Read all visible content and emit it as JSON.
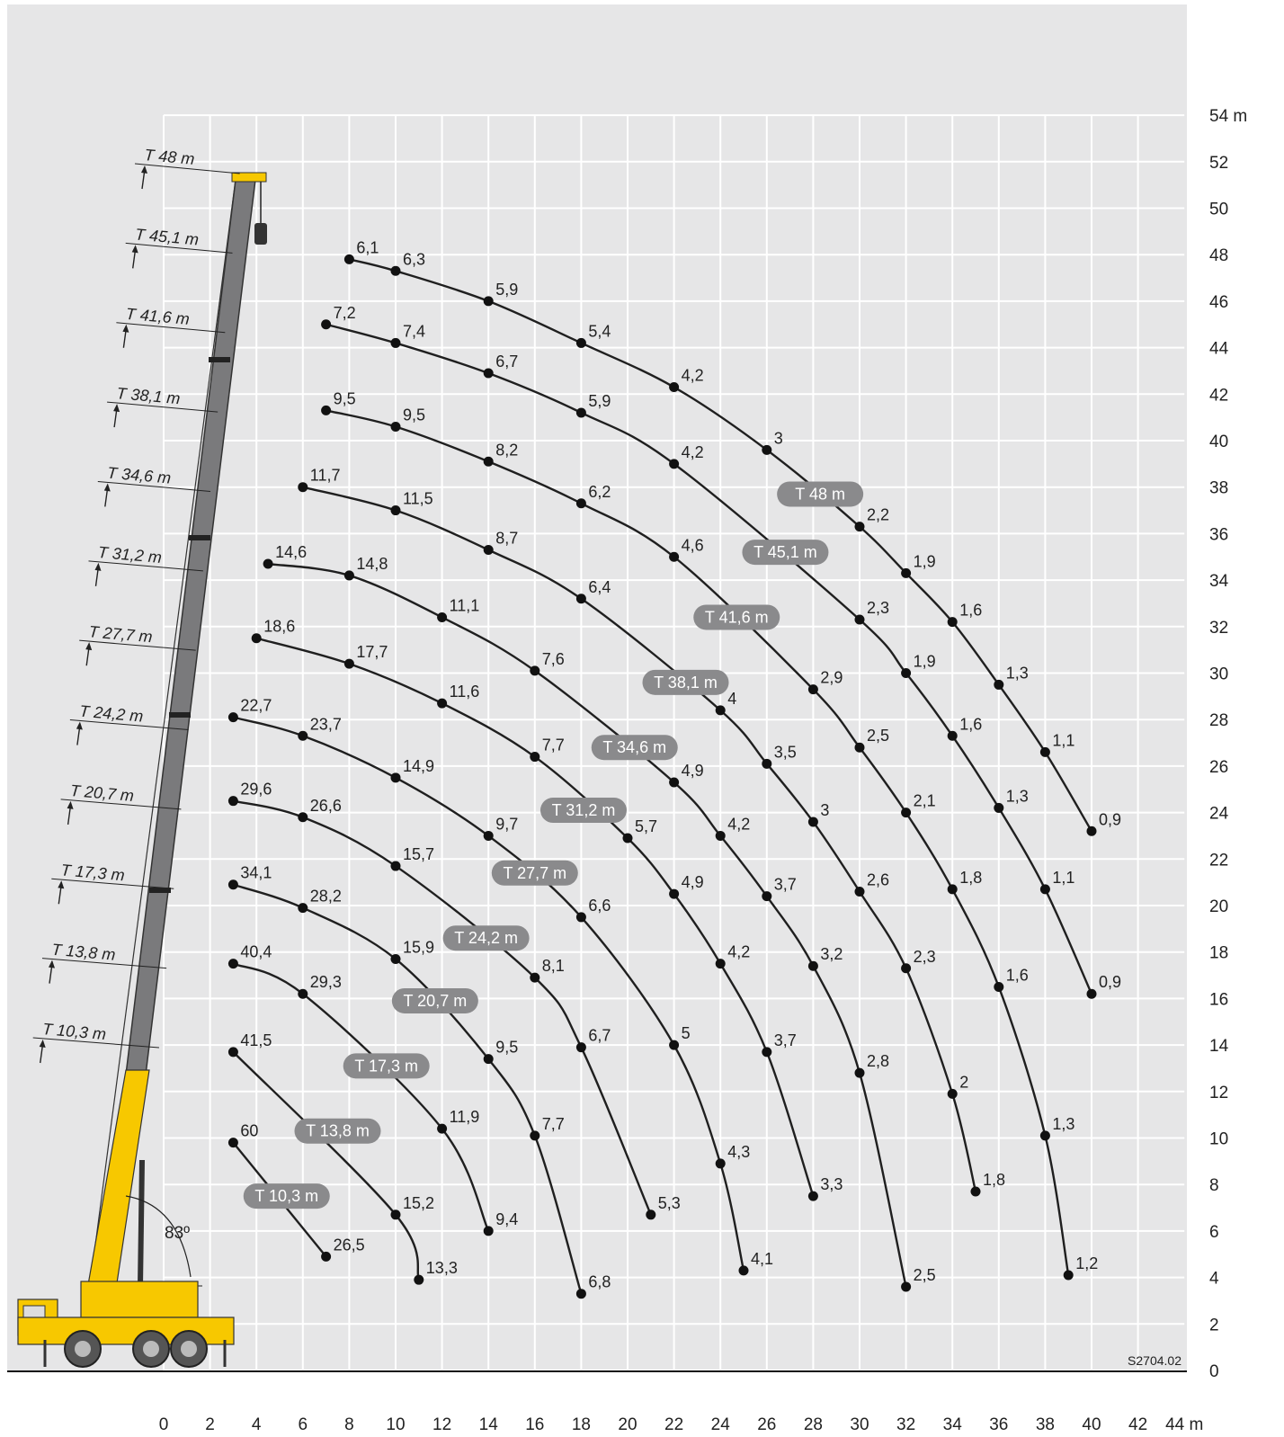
{
  "chart_data": {
    "type": "line",
    "x_unit": "m",
    "y_unit": "m",
    "x_ticks": [
      "0",
      "2",
      "4",
      "6",
      "8",
      "10",
      "12",
      "14",
      "16",
      "18",
      "20",
      "22",
      "24",
      "26",
      "28",
      "30",
      "32",
      "34",
      "36",
      "38",
      "40",
      "42",
      "44 m"
    ],
    "y_ticks": [
      "0",
      "2",
      "4",
      "6",
      "8",
      "10",
      "12",
      "14",
      "16",
      "18",
      "20",
      "22",
      "24",
      "26",
      "28",
      "30",
      "32",
      "34",
      "36",
      "38",
      "40",
      "42",
      "44",
      "46",
      "48",
      "50",
      "52",
      "54 m"
    ],
    "xlim": [
      0,
      44
    ],
    "ylim": [
      0,
      54
    ],
    "grid": true,
    "code": "S2704.02",
    "angle_label": "83º",
    "boom_labels": [
      "T 48 m",
      "T 45,1 m",
      "T 41,6 m",
      "T 38,1 m",
      "T 34,6 m",
      "T 31,2 m",
      "T 27,7 m",
      "T 24,2 m",
      "T 20,7 m",
      "T 17,3 m",
      "T 13,8 m",
      "T 10,3 m"
    ],
    "series": [
      {
        "name": "T 48 m",
        "label_at": [
          28.3,
          37.7
        ],
        "points": [
          {
            "x": 8,
            "y": 47.8,
            "label": "6,1"
          },
          {
            "x": 10,
            "y": 47.3,
            "label": "6,3"
          },
          {
            "x": 14,
            "y": 46,
            "label": "5,9"
          },
          {
            "x": 18,
            "y": 44.2,
            "label": "5,4"
          },
          {
            "x": 22,
            "y": 42.3,
            "label": "4,2"
          },
          {
            "x": 26,
            "y": 39.6,
            "label": "3"
          },
          {
            "x": 30,
            "y": 36.3,
            "label": "2,2"
          },
          {
            "x": 32,
            "y": 34.3,
            "label": "1,9"
          },
          {
            "x": 34,
            "y": 32.2,
            "label": "1,6"
          },
          {
            "x": 36,
            "y": 29.5,
            "label": "1,3"
          },
          {
            "x": 38,
            "y": 26.6,
            "label": "1,1"
          },
          {
            "x": 40,
            "y": 23.2,
            "label": "0,9"
          }
        ]
      },
      {
        "name": "T 45,1 m",
        "label_at": [
          26.8,
          35.2
        ],
        "points": [
          {
            "x": 7,
            "y": 45,
            "label": "7,2"
          },
          {
            "x": 10,
            "y": 44.2,
            "label": "7,4"
          },
          {
            "x": 14,
            "y": 42.9,
            "label": "6,7"
          },
          {
            "x": 18,
            "y": 41.2,
            "label": "5,9"
          },
          {
            "x": 22,
            "y": 39,
            "label": "4,2"
          },
          {
            "x": 30,
            "y": 32.3,
            "label": "2,3"
          },
          {
            "x": 32,
            "y": 30,
            "label": "1,9"
          },
          {
            "x": 34,
            "y": 27.3,
            "label": "1,6"
          },
          {
            "x": 36,
            "y": 24.2,
            "label": "1,3"
          },
          {
            "x": 38,
            "y": 20.7,
            "label": "1,1"
          },
          {
            "x": 40,
            "y": 16.2,
            "label": "0,9"
          }
        ]
      },
      {
        "name": "T 41,6 m",
        "label_at": [
          24.7,
          32.4
        ],
        "points": [
          {
            "x": 7,
            "y": 41.3,
            "label": "9,5"
          },
          {
            "x": 10,
            "y": 40.6,
            "label": "9,5"
          },
          {
            "x": 14,
            "y": 39.1,
            "label": "8,2"
          },
          {
            "x": 18,
            "y": 37.3,
            "label": "6,2"
          },
          {
            "x": 22,
            "y": 35,
            "label": "4,6"
          },
          {
            "x": 28,
            "y": 29.3,
            "label": "2,9"
          },
          {
            "x": 30,
            "y": 26.8,
            "label": "2,5"
          },
          {
            "x": 32,
            "y": 24,
            "label": "2,1"
          },
          {
            "x": 34,
            "y": 20.7,
            "label": "1,8"
          },
          {
            "x": 36,
            "y": 16.5,
            "label": "1,6"
          },
          {
            "x": 38,
            "y": 10.1,
            "label": "1,3"
          },
          {
            "x": 39,
            "y": 4.1,
            "label": "1,2"
          }
        ]
      },
      {
        "name": "T 38,1 m",
        "label_at": [
          22.5,
          29.6
        ],
        "points": [
          {
            "x": 6,
            "y": 38,
            "label": "11,7"
          },
          {
            "x": 10,
            "y": 37,
            "label": "11,5"
          },
          {
            "x": 14,
            "y": 35.3,
            "label": "8,7"
          },
          {
            "x": 18,
            "y": 33.2,
            "label": "6,4"
          },
          {
            "x": 24,
            "y": 28.4,
            "label": "4"
          },
          {
            "x": 26,
            "y": 26.1,
            "label": "3,5"
          },
          {
            "x": 28,
            "y": 23.6,
            "label": "3"
          },
          {
            "x": 30,
            "y": 20.6,
            "label": "2,6"
          },
          {
            "x": 32,
            "y": 17.3,
            "label": "2,3"
          },
          {
            "x": 34,
            "y": 11.9,
            "label": "2"
          },
          {
            "x": 35,
            "y": 7.7,
            "label": "1,8"
          }
        ]
      },
      {
        "name": "T 34,6 m",
        "label_at": [
          20.3,
          26.8
        ],
        "points": [
          {
            "x": 4.5,
            "y": 34.7,
            "label": "14,6"
          },
          {
            "x": 8,
            "y": 34.2,
            "label": "14,8"
          },
          {
            "x": 12,
            "y": 32.4,
            "label": "11,1"
          },
          {
            "x": 16,
            "y": 30.1,
            "label": "7,6"
          },
          {
            "x": 22,
            "y": 25.3,
            "label": "4,9"
          },
          {
            "x": 24,
            "y": 23,
            "label": "4,2"
          },
          {
            "x": 26,
            "y": 20.4,
            "label": "3,7"
          },
          {
            "x": 28,
            "y": 17.4,
            "label": "3,2"
          },
          {
            "x": 30,
            "y": 12.8,
            "label": "2,8"
          },
          {
            "x": 32,
            "y": 3.6,
            "label": "2,5"
          }
        ]
      },
      {
        "name": "T 31,2 m",
        "label_at": [
          18.1,
          24.1
        ],
        "points": [
          {
            "x": 4,
            "y": 31.5,
            "label": "18,6"
          },
          {
            "x": 8,
            "y": 30.4,
            "label": "17,7"
          },
          {
            "x": 12,
            "y": 28.7,
            "label": "11,6"
          },
          {
            "x": 16,
            "y": 26.4,
            "label": "7,7"
          },
          {
            "x": 20,
            "y": 22.9,
            "label": "5,7"
          },
          {
            "x": 22,
            "y": 20.5,
            "label": "4,9"
          },
          {
            "x": 24,
            "y": 17.5,
            "label": "4,2"
          },
          {
            "x": 26,
            "y": 13.7,
            "label": "3,7"
          },
          {
            "x": 28,
            "y": 7.5,
            "label": "3,3"
          }
        ]
      },
      {
        "name": "T 27,7 m",
        "label_at": [
          16,
          21.4
        ],
        "points": [
          {
            "x": 3,
            "y": 28.1,
            "label": "22,7"
          },
          {
            "x": 6,
            "y": 27.3,
            "label": "23,7"
          },
          {
            "x": 10,
            "y": 25.5,
            "label": "14,9"
          },
          {
            "x": 14,
            "y": 23,
            "label": "9,7"
          },
          {
            "x": 18,
            "y": 19.5,
            "label": "6,6"
          },
          {
            "x": 22,
            "y": 14,
            "label": "5"
          },
          {
            "x": 24,
            "y": 8.9,
            "label": "4,3"
          },
          {
            "x": 25,
            "y": 4.3,
            "label": "4,1"
          }
        ]
      },
      {
        "name": "T 24,2 m",
        "label_at": [
          13.9,
          18.6
        ],
        "points": [
          {
            "x": 3,
            "y": 24.5,
            "label": "29,6"
          },
          {
            "x": 6,
            "y": 23.8,
            "label": "26,6"
          },
          {
            "x": 10,
            "y": 21.7,
            "label": "15,7"
          },
          {
            "x": 16,
            "y": 16.9,
            "label": "8,1"
          },
          {
            "x": 18,
            "y": 13.9,
            "label": "6,7"
          },
          {
            "x": 21,
            "y": 6.7,
            "label": "5,3"
          }
        ]
      },
      {
        "name": "T 20,7 m",
        "label_at": [
          11.7,
          15.9
        ],
        "points": [
          {
            "x": 3,
            "y": 20.9,
            "label": "34,1"
          },
          {
            "x": 6,
            "y": 19.9,
            "label": "28,2"
          },
          {
            "x": 10,
            "y": 17.7,
            "label": "15,9"
          },
          {
            "x": 14,
            "y": 13.4,
            "label": "9,5"
          },
          {
            "x": 16,
            "y": 10.1,
            "label": "7,7"
          },
          {
            "x": 18,
            "y": 3.3,
            "label": "6,8"
          }
        ]
      },
      {
        "name": "T 17,3 m",
        "label_at": [
          9.6,
          13.1
        ],
        "points": [
          {
            "x": 3,
            "y": 17.5,
            "label": "40,4"
          },
          {
            "x": 6,
            "y": 16.2,
            "label": "29,3"
          },
          {
            "x": 12,
            "y": 10.4,
            "label": "11,9"
          },
          {
            "x": 14,
            "y": 6,
            "label": "9,4"
          }
        ]
      },
      {
        "name": "T 13,8 m",
        "label_at": [
          7.5,
          10.3
        ],
        "points": [
          {
            "x": 3,
            "y": 13.7,
            "label": "41,5"
          },
          {
            "x": 10,
            "y": 6.7,
            "label": "15,2"
          },
          {
            "x": 11,
            "y": 3.9,
            "label": "13,3"
          }
        ]
      },
      {
        "name": "T 10,3 m",
        "label_at": [
          5.3,
          7.5
        ],
        "points": [
          {
            "x": 3,
            "y": 9.8,
            "label": "60"
          },
          {
            "x": 7,
            "y": 4.9,
            "label": "26,5"
          }
        ]
      }
    ],
    "colors": {
      "background": "#e6e6e7",
      "grid": "#ffffff",
      "curve": "#1f1f1f",
      "pill": "#8a8a8c",
      "crane_yellow": "#f7c800",
      "boom_gray": "#7a7a7c"
    }
  }
}
